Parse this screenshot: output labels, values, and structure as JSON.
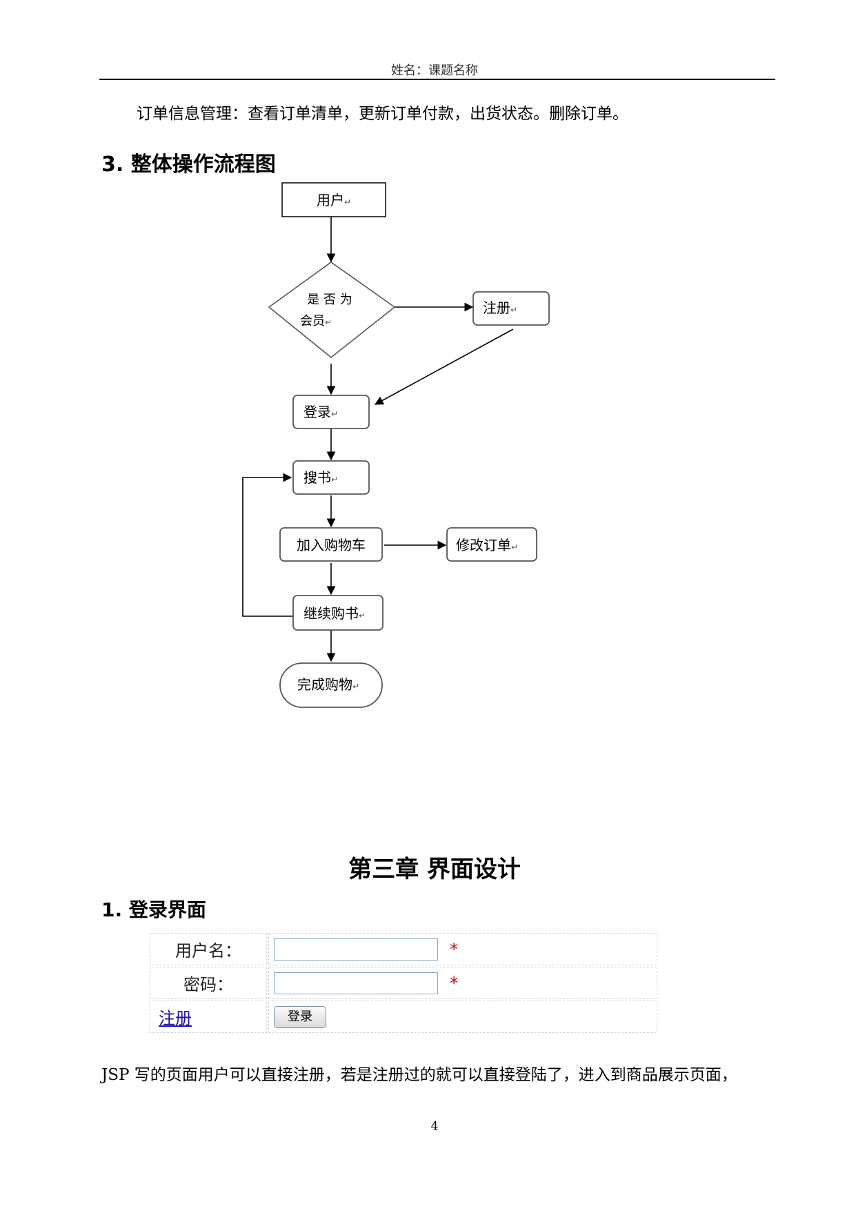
{
  "header": {
    "text": "姓名：课题名称"
  },
  "intro_paragraph": "订单信息管理：查看订单清单，更新订单付款，出货状态。删除订单。",
  "section3": {
    "title": "3. 整体操作流程图"
  },
  "flowchart": {
    "return_mark": "↵",
    "user": "用户",
    "decision_line1": "是 否 为",
    "decision_line2": "会员",
    "register": "注册",
    "login": "登录",
    "search": "搜书",
    "add_cart": "加入购物车",
    "modify_order": "修改订单",
    "continue": "继续购书",
    "finish": "完成购物"
  },
  "chapter": {
    "title": "第三章  界面设计"
  },
  "section1": {
    "title": "1. 登录界面"
  },
  "login_form": {
    "username_label": "用户名：",
    "password_label": "密码：",
    "required_mark": "*",
    "register_link": "注册",
    "login_button": "登录"
  },
  "closing_paragraph": "JSP 写的页面用户可以直接注册，若是注册过的就可以直接登陆了，进入到商品展示页面，",
  "page_number": "4"
}
